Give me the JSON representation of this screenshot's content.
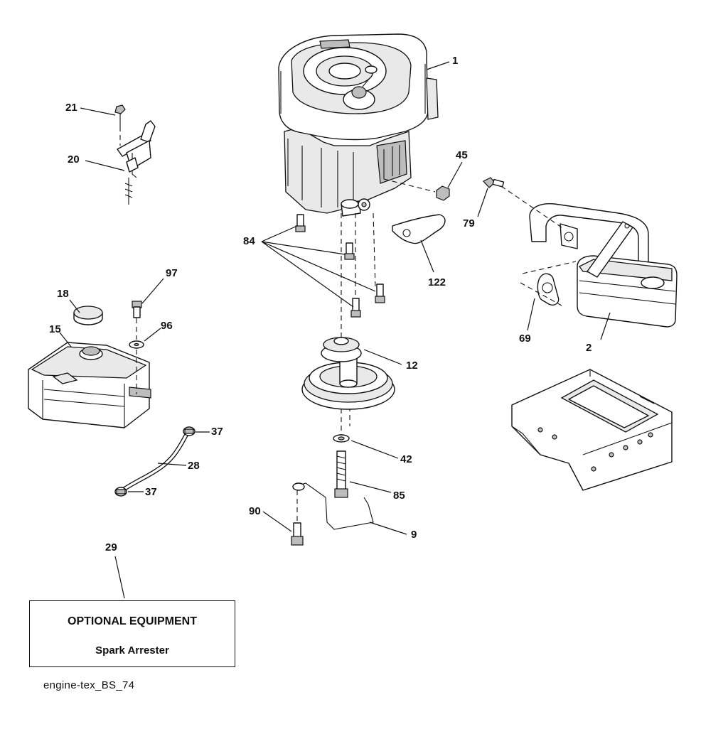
{
  "callouts": [
    {
      "id": "1",
      "text": "1"
    },
    {
      "id": "2",
      "text": "2"
    },
    {
      "id": "9",
      "text": "9"
    },
    {
      "id": "12",
      "text": "12"
    },
    {
      "id": "15",
      "text": "15"
    },
    {
      "id": "18",
      "text": "18"
    },
    {
      "id": "20",
      "text": "20"
    },
    {
      "id": "21",
      "text": "21"
    },
    {
      "id": "28",
      "text": "28"
    },
    {
      "id": "29",
      "text": "29"
    },
    {
      "id": "37a",
      "text": "37"
    },
    {
      "id": "37b",
      "text": "37"
    },
    {
      "id": "42",
      "text": "42"
    },
    {
      "id": "45",
      "text": "45"
    },
    {
      "id": "69",
      "text": "69"
    },
    {
      "id": "79",
      "text": "79"
    },
    {
      "id": "84",
      "text": "84"
    },
    {
      "id": "85",
      "text": "85"
    },
    {
      "id": "90",
      "text": "90"
    },
    {
      "id": "96",
      "text": "96"
    },
    {
      "id": "97",
      "text": "97"
    },
    {
      "id": "122",
      "text": "122"
    }
  ],
  "optional_box": {
    "title": "OPTIONAL EQUIPMENT",
    "item": "Spark Arrester"
  },
  "diagram_code": "engine-tex_BS_74"
}
